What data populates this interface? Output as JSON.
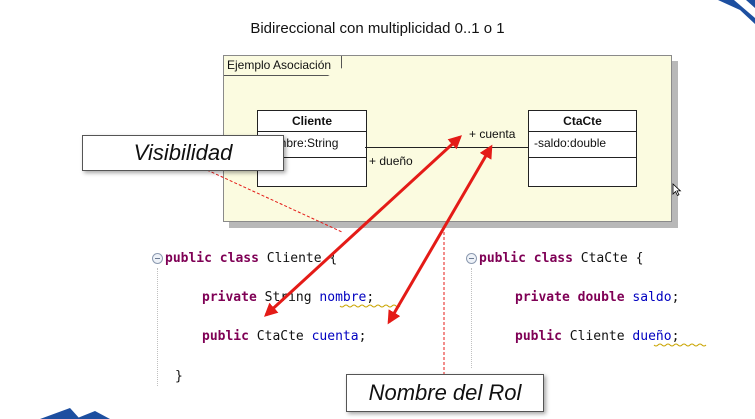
{
  "slide_title": "Bidireccional con multiplicidad 0..1 o 1",
  "diagram": {
    "frame_label": "Ejemplo Asociación",
    "class_cliente": {
      "name": "Cliente",
      "attribute": "nombre:String"
    },
    "class_ctacte": {
      "name": "CtaCte",
      "attribute": "-saldo:double"
    },
    "role_cuenta": "+ cuenta",
    "role_dueno": "+ dueño"
  },
  "callouts": {
    "visibilidad": "Visibilidad",
    "nombre_rol": "Nombre del Rol"
  },
  "code_cliente": {
    "kw_public": "public",
    "kw_class": "class",
    "class_name": "Cliente",
    "brace_open": "{",
    "kw_private": "private",
    "type_string": "String",
    "field_nombre": "nombre",
    "semi1": ";",
    "kw_public2": "public",
    "type_ctacte": "CtaCte",
    "field_cuenta": "cuenta",
    "semi2": ";",
    "brace_close": "}"
  },
  "code_ctacte": {
    "kw_public": "public",
    "kw_class": "class",
    "class_name": "CtaCte",
    "brace_open": "{",
    "kw_private": "private",
    "kw_double": "double",
    "field_saldo": "saldo",
    "semi1": ";",
    "kw_public2": "public",
    "type_cliente": "Cliente",
    "field_dueno": "dueño",
    "semi2": ";"
  },
  "colors": {
    "arrow": "#e41b17",
    "keyword": "#7f0055",
    "field": "#0000c0",
    "diagram_bg": "#fbfbe0"
  }
}
